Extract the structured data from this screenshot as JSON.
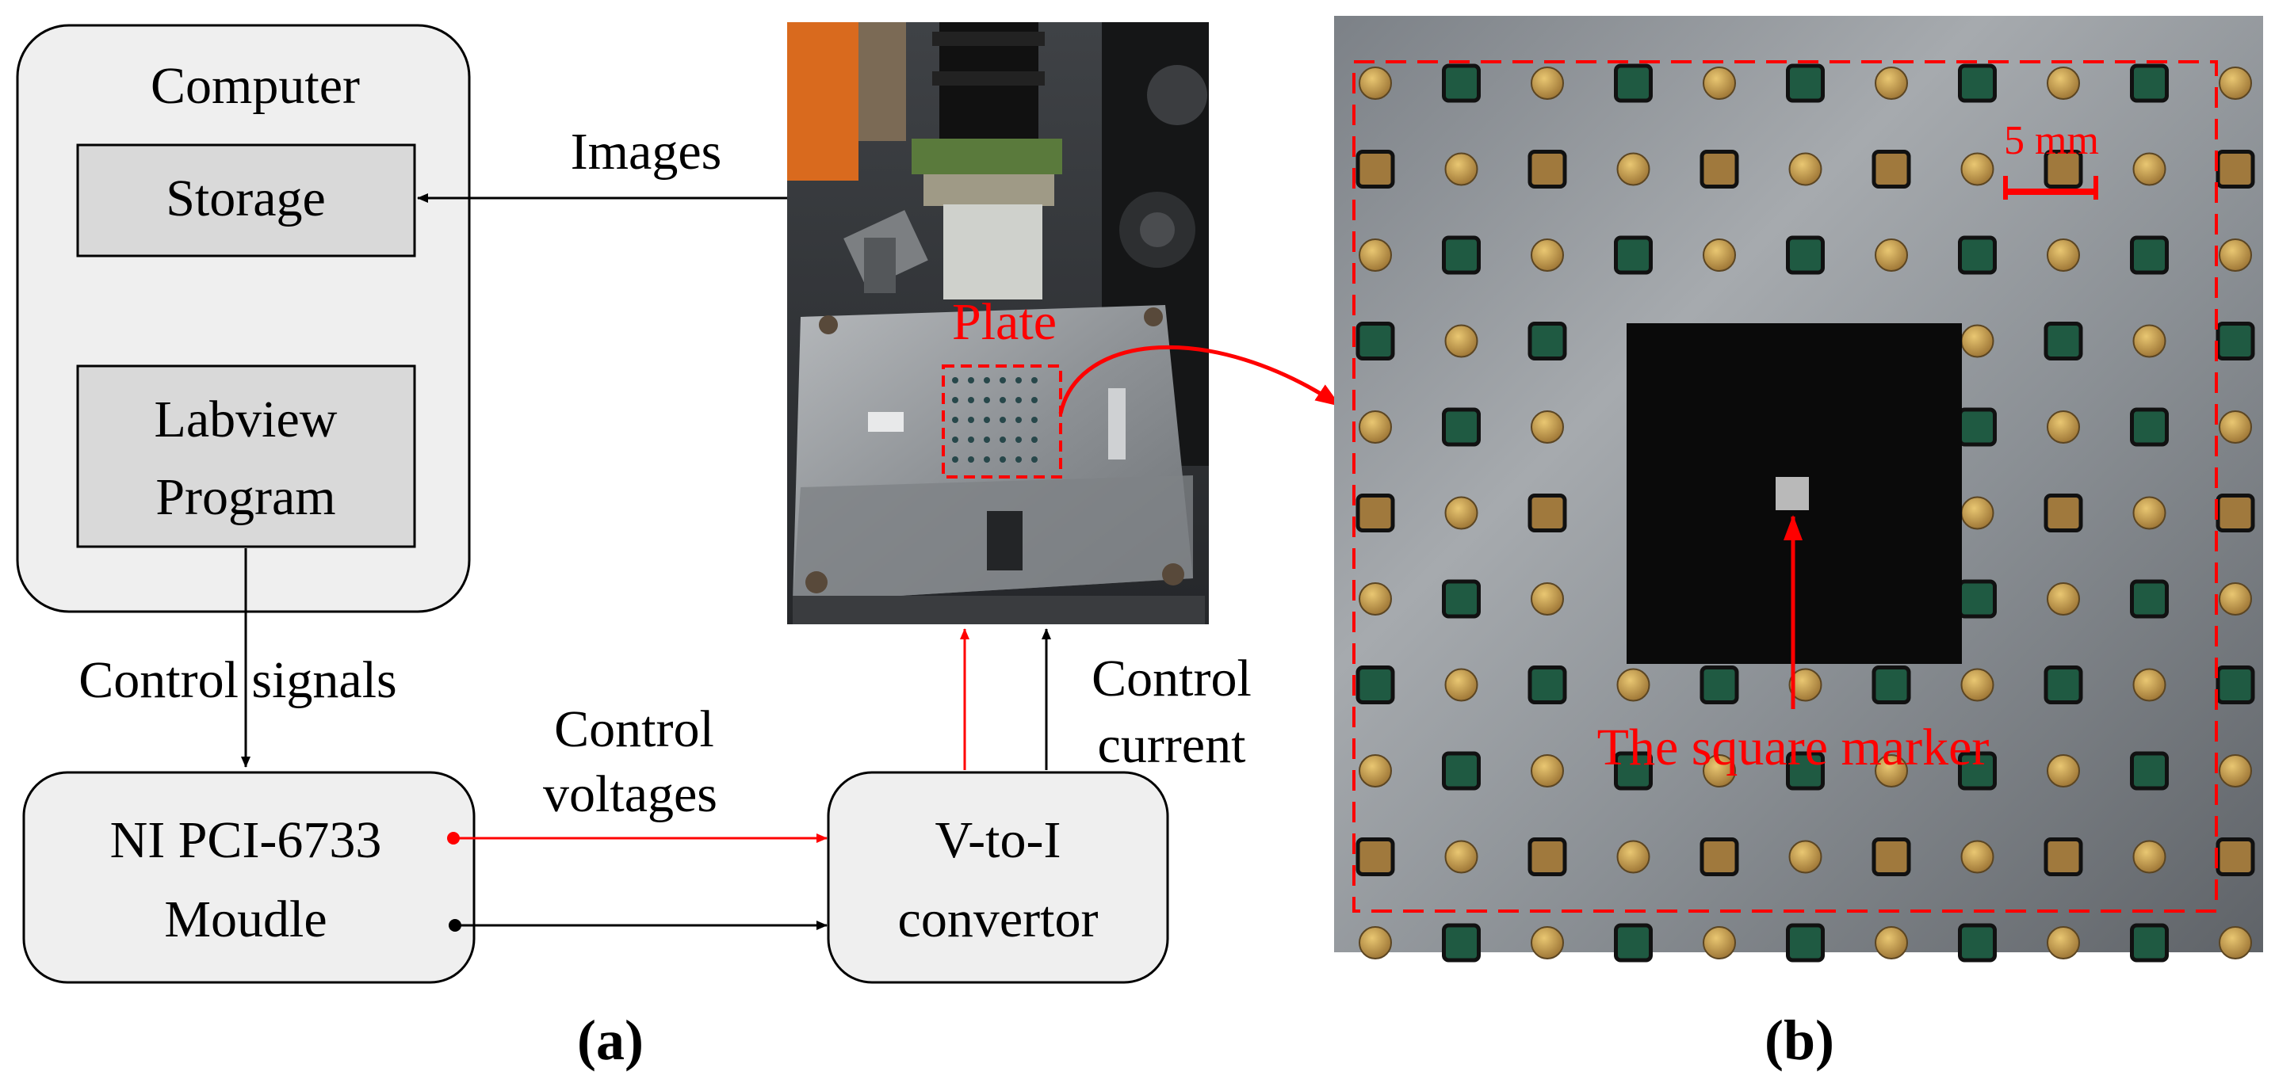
{
  "panel_a": {
    "computer": {
      "title": "Computer",
      "storage": "Storage",
      "program_line1": "Labview",
      "program_line2": "Program"
    },
    "images_label": "Images",
    "plate_label": "Plate",
    "control_signals_label": "Control signals",
    "control_voltages_line1": "Control",
    "control_voltages_line2": "voltages",
    "control_current_line1": "Control",
    "control_current_line2": "current",
    "ni_module_line1": "NI PCI-6733",
    "ni_module_line2": "Moudle",
    "converter_line1": "V-to-I",
    "converter_line2": "convertor",
    "caption": "(a)"
  },
  "panel_b": {
    "scale_label": "5 mm",
    "marker_label": "The square marker",
    "caption": "(b)"
  },
  "colors": {
    "accent_red": "#ff0000",
    "box_fill": "#efefef",
    "inner_box_fill": "#d9d9d9"
  }
}
